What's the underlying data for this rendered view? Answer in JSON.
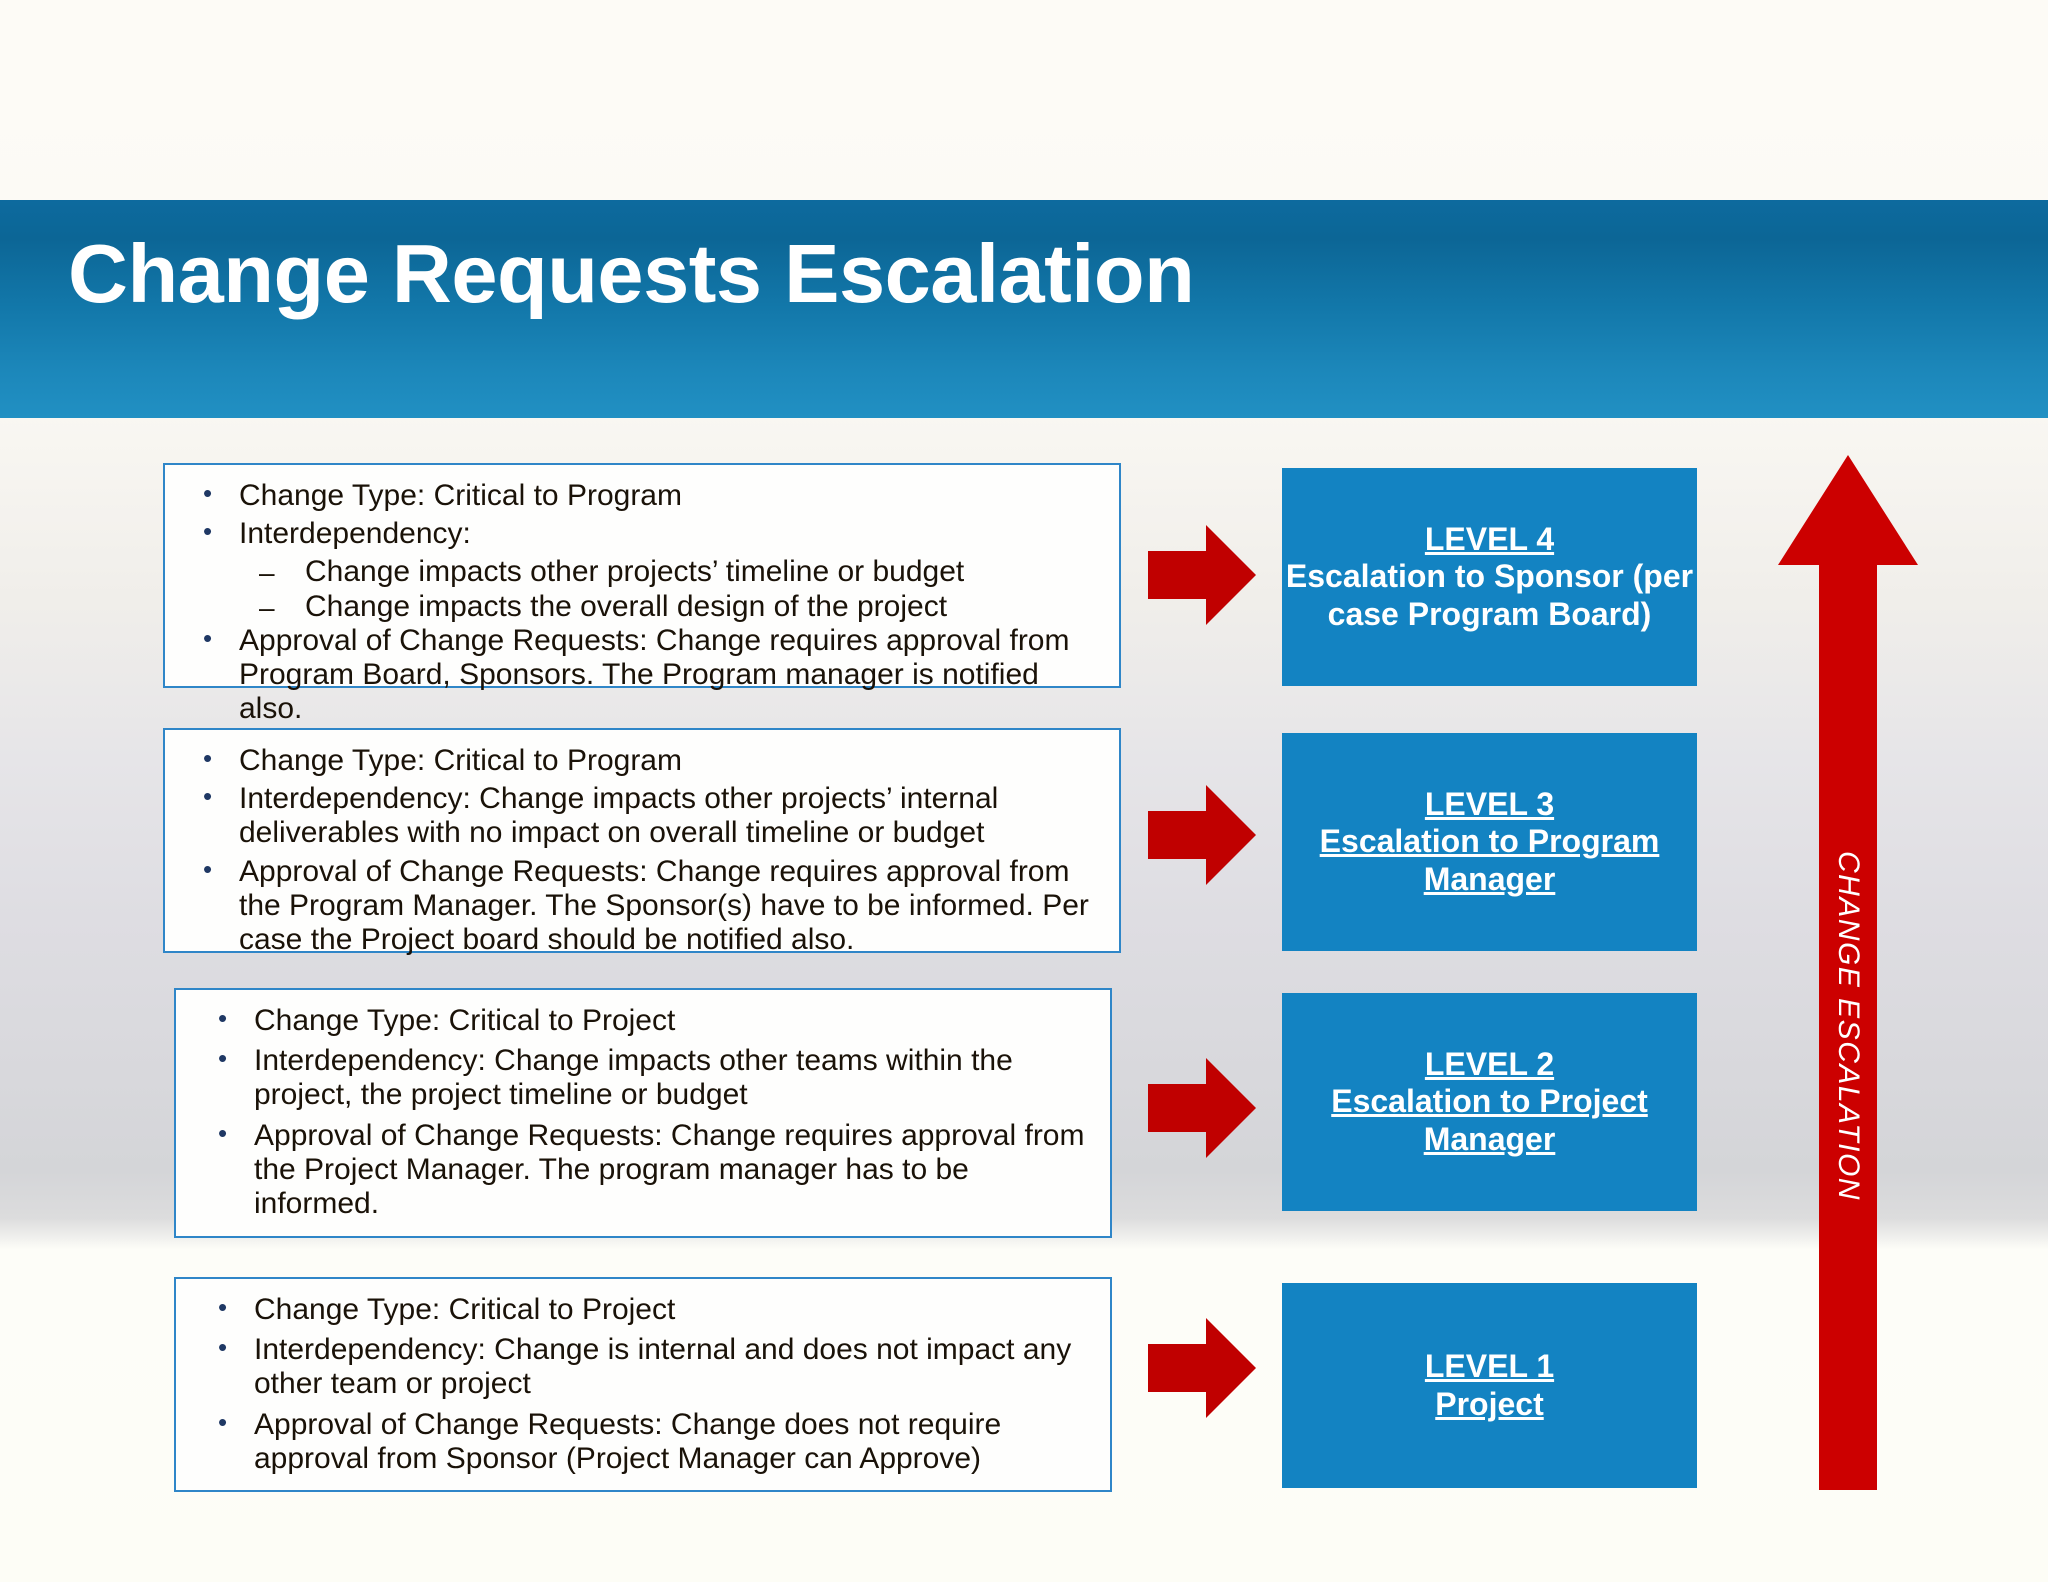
{
  "slide": {
    "title": "Change Requests Escalation",
    "title_bar_color": "#0d6a9e",
    "accent_blue": "#1383c2",
    "accent_red": "#c00000",
    "box_border_color": "#2f86c8"
  },
  "info_boxes": [
    {
      "id": "level-4-criteria",
      "bullets": [
        {
          "level": 1,
          "text": "Change Type: Critical to Program"
        },
        {
          "level": 1,
          "text": "Interdependency:"
        },
        {
          "level": 2,
          "text": "Change impacts other projects’ timeline or budget"
        },
        {
          "level": 2,
          "text": "Change impacts the overall design of the project"
        },
        {
          "level": 1,
          "text": "Approval of Change Requests: Change requires approval from Program Board, Sponsors. The Program manager is notified  also."
        }
      ]
    },
    {
      "id": "level-3-criteria",
      "bullets": [
        {
          "level": 1,
          "text": "Change Type: Critical to Program"
        },
        {
          "level": 1,
          "text": "Interdependency: Change impacts other projects’ internal deliverables with no impact on overall timeline or budget"
        },
        {
          "level": 1,
          "text": "Approval of Change Requests: Change requires approval from the Program Manager. The Sponsor(s) have to be informed. Per case the Project board should be notified also."
        }
      ]
    },
    {
      "id": "level-2-criteria",
      "bullets": [
        {
          "level": 1,
          "text": "Change Type: Critical to Project"
        },
        {
          "level": 1,
          "text": "Interdependency: Change impacts other teams within the project, the project timeline or budget"
        },
        {
          "level": 1,
          "text": "Approval of Change Requests: Change requires approval from the Project Manager. The program manager has to be informed."
        }
      ]
    },
    {
      "id": "level-1-criteria",
      "bullets": [
        {
          "level": 1,
          "text": "Change Type: Critical to Project"
        },
        {
          "level": 1,
          "text": "Interdependency: Change is internal and does not impact any other team or project"
        },
        {
          "level": 1,
          "text": "Approval of Change Requests: Change does not require approval from Sponsor (Project Manager can Approve)"
        }
      ]
    }
  ],
  "levels": [
    {
      "title": "LEVEL 4",
      "subtitle": "Escalation to Sponsor (per case Program Board)",
      "underline_subtitle": false
    },
    {
      "title": "LEVEL 3",
      "subtitle": "Escalation to Program Manager",
      "underline_subtitle": true
    },
    {
      "title": "LEVEL 2",
      "subtitle": "Escalation to Project Manager",
      "underline_subtitle": true
    },
    {
      "title": "LEVEL 1",
      "subtitle": "Project",
      "underline_subtitle": true
    }
  ],
  "escalation_arrow": {
    "label": "CHANGE ESCALATION",
    "direction": "up",
    "color": "#cc0000"
  }
}
